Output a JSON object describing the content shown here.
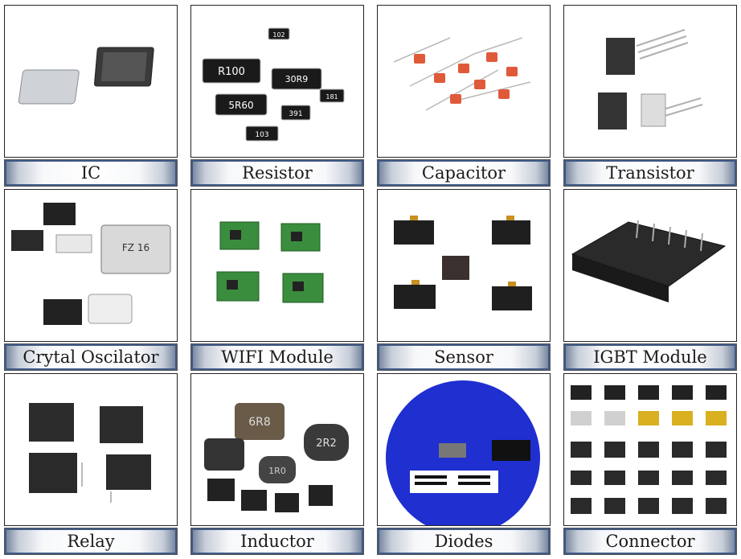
{
  "tiles": [
    {
      "label": "IC"
    },
    {
      "label": "Resistor",
      "markings": [
        "R100",
        "30R9",
        "5R60",
        "103",
        "102",
        "391",
        "181"
      ]
    },
    {
      "label": "Capacitor"
    },
    {
      "label": "Transistor"
    },
    {
      "label": "Crytal Oscilator",
      "marking": "FZ 16"
    },
    {
      "label": "WIFI Module"
    },
    {
      "label": "Sensor"
    },
    {
      "label": "IGBT Module"
    },
    {
      "label": "Relay"
    },
    {
      "label": "Inductor",
      "markings": [
        "6R8",
        "2R2",
        "1R0"
      ]
    },
    {
      "label": "Diodes"
    },
    {
      "label": "Connector"
    }
  ]
}
